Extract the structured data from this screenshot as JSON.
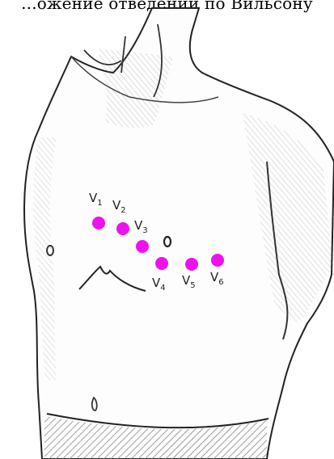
{
  "caption": "...ожение отведений по Вильсону",
  "leads": [
    {
      "name": "V1",
      "letter": "V",
      "sub": "1"
    },
    {
      "name": "V2",
      "letter": "V",
      "sub": "2"
    },
    {
      "name": "V3",
      "letter": "V",
      "sub": "3"
    },
    {
      "name": "V4",
      "letter": "V",
      "sub": "4"
    },
    {
      "name": "V5",
      "letter": "V",
      "sub": "5"
    },
    {
      "name": "V6",
      "letter": "V",
      "sub": "6"
    }
  ],
  "colors": {
    "electrode": "#ee11ee",
    "outline": "#222222",
    "shading": "#8a8a8a"
  }
}
